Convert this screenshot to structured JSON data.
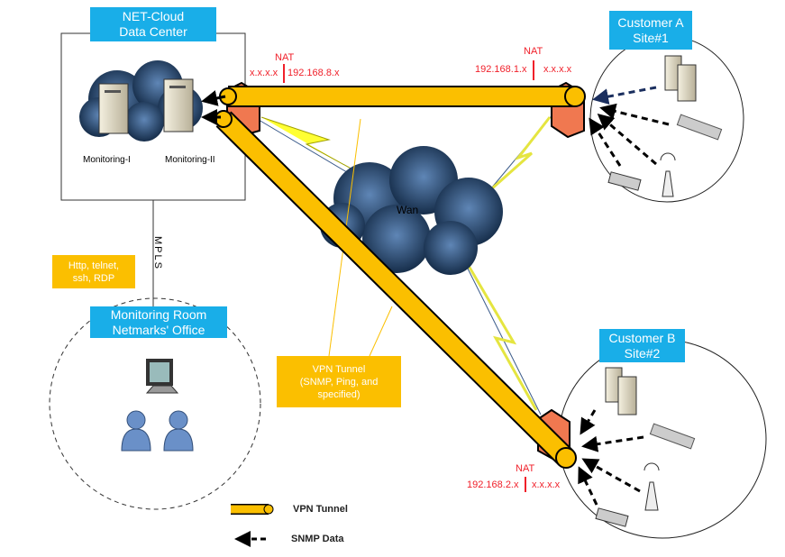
{
  "data_center": {
    "title": "NET-Cloud\nData Center",
    "servers": [
      "Monitoring-I",
      "Monitoring-II"
    ]
  },
  "link": {
    "label": "MPLS",
    "protocols": "Http, telnet,\nssh, RDP"
  },
  "office": {
    "title": "Monitoring Room\nNetmarks' Office"
  },
  "wan": {
    "label": "Wan"
  },
  "site_a": {
    "title": "Customer A\nSite#1",
    "nat": "NAT",
    "inside": "192.168.1.x",
    "outside": "x.x.x.x"
  },
  "site_b": {
    "title": "Customer B\nSite#2",
    "nat": "NAT",
    "inside": "192.168.2.x",
    "outside": "x.x.x.x"
  },
  "dc_nat": {
    "nat": "NAT",
    "outside": "x.x.x.x",
    "inside": "192.168.8.x"
  },
  "callout": {
    "text": "VPN Tunnel\n(SNMP, Ping, and\nspecified)"
  },
  "legend": {
    "tunnel": "VPN Tunnel",
    "snmp": "SNMP Data"
  },
  "colors": {
    "label_blue": "#19aee8",
    "tunnel": "#fbbf00",
    "nat": "#f0202a",
    "firewall": "#f07850",
    "cloud": "#1f3f66"
  }
}
